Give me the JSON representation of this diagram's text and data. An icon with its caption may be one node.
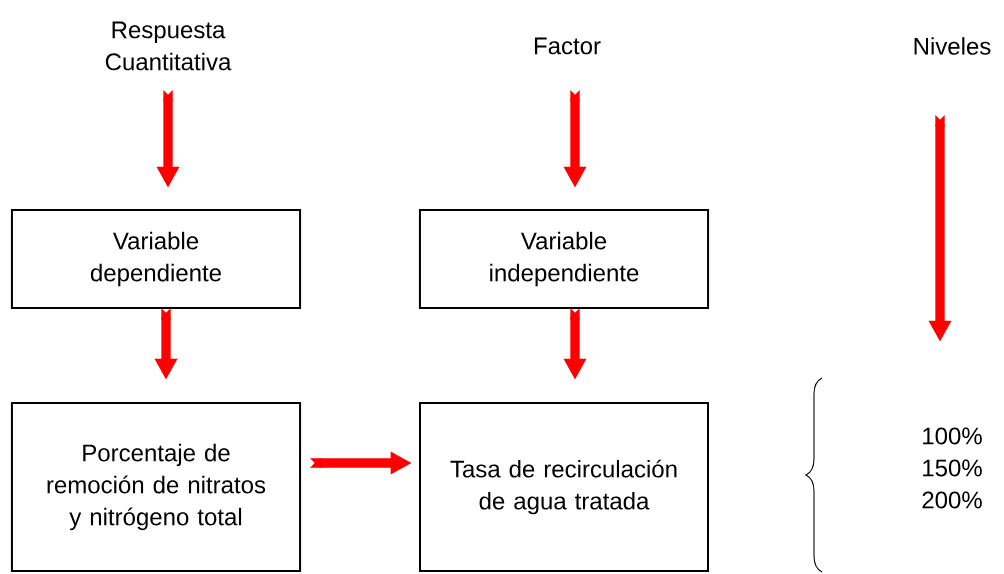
{
  "diagram": {
    "nodes": [
      {
        "text": [
          "Respuesta Cuantitativa"
        ]
      },
      {
        "text": [
          "Factor"
        ]
      },
      {
        "text": [
          "Niveles"
        ]
      },
      {
        "text": [
          "Variable dependiente"
        ]
      },
      {
        "text": [
          "Variable independiente"
        ]
      },
      {
        "text": [
          "Porcentaje de remoción de nitratos y nitrógeno total"
        ]
      },
      {
        "text": [
          "Tasa de recirculación de agua tratada"
        ]
      },
      {
        "text": [
          "100%",
          "150%",
          "200%"
        ]
      }
    ],
    "edges": [
      {
        "from": 0,
        "to": 3,
        "arrow": "to"
      },
      {
        "from": 1,
        "to": 4,
        "arrow": "to"
      },
      {
        "from": 2,
        "to": null,
        "arrow": "to"
      },
      {
        "from": 3,
        "to": 5,
        "arrow": "to"
      },
      {
        "from": 4,
        "to": 6,
        "arrow": "to"
      },
      {
        "from": 5,
        "to": 6,
        "arrow": "to"
      }
    ]
  }
}
